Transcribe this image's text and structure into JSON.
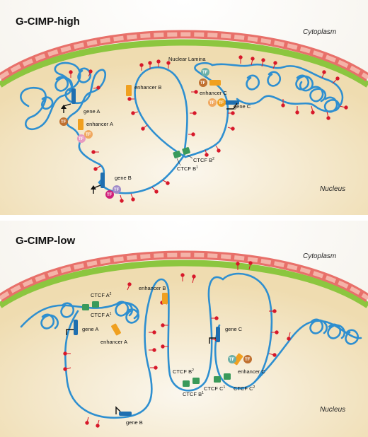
{
  "panels": {
    "high": {
      "title": "G-CIMP-high",
      "cytoplasm": "Cytoplasm",
      "nucleus": "Nucleus",
      "lamina": "Nuclear Lamina",
      "gene_a": "gene A",
      "enhancer_a": "enhancer A",
      "gene_b": "gene B",
      "enhancer_b": "enhancer B",
      "gene_c": "gene C",
      "enhancer_c": "enhancer C",
      "ctcf_b1": "CTCF B",
      "ctcf_b1_sup": "1",
      "ctcf_b2": "CTCF B",
      "ctcf_b2_sup": "2",
      "tf": "TF"
    },
    "low": {
      "title": "G-CIMP-low",
      "cytoplasm": "Cytoplasm",
      "nucleus": "Nucleus",
      "gene_a": "gene A",
      "enhancer_a": "enhancer A",
      "gene_b": "gene B",
      "enhancer_b": "enhancer B",
      "gene_c": "gene C",
      "enhancer_c": "enhancer C",
      "ctcf_a1": "CTCF A",
      "ctcf_a1_sup": "1",
      "ctcf_a2": "CTCF A",
      "ctcf_a2_sup": "2",
      "ctcf_b1": "CTCF B",
      "ctcf_b1_sup": "1",
      "ctcf_b2": "CTCF B",
      "ctcf_b2_sup": "2",
      "ctcf_c1": "CTCF C",
      "ctcf_c1_sup": "1",
      "ctcf_c2": "CTCF C",
      "ctcf_c2_sup": "2",
      "tf": "TF"
    }
  },
  "colors": {
    "chromatin": "#2e8fd0",
    "lamina": "#8cc63f",
    "membrane": "#e8706a",
    "membrane_light": "#f4b3a8",
    "nucleus": "#f4e6c8",
    "methyl": "#d7182a",
    "ctcf": "#3a9a5a",
    "enhancer": "#f0a020",
    "gene": "#1f6fb0",
    "tf_orange": "#f0a860",
    "tf_pink": "#e79ac0",
    "tf_magenta": "#d0207a",
    "tf_purple": "#a08ac8",
    "tf_teal": "#6cb0a8",
    "tf_brown": "#c07030"
  }
}
